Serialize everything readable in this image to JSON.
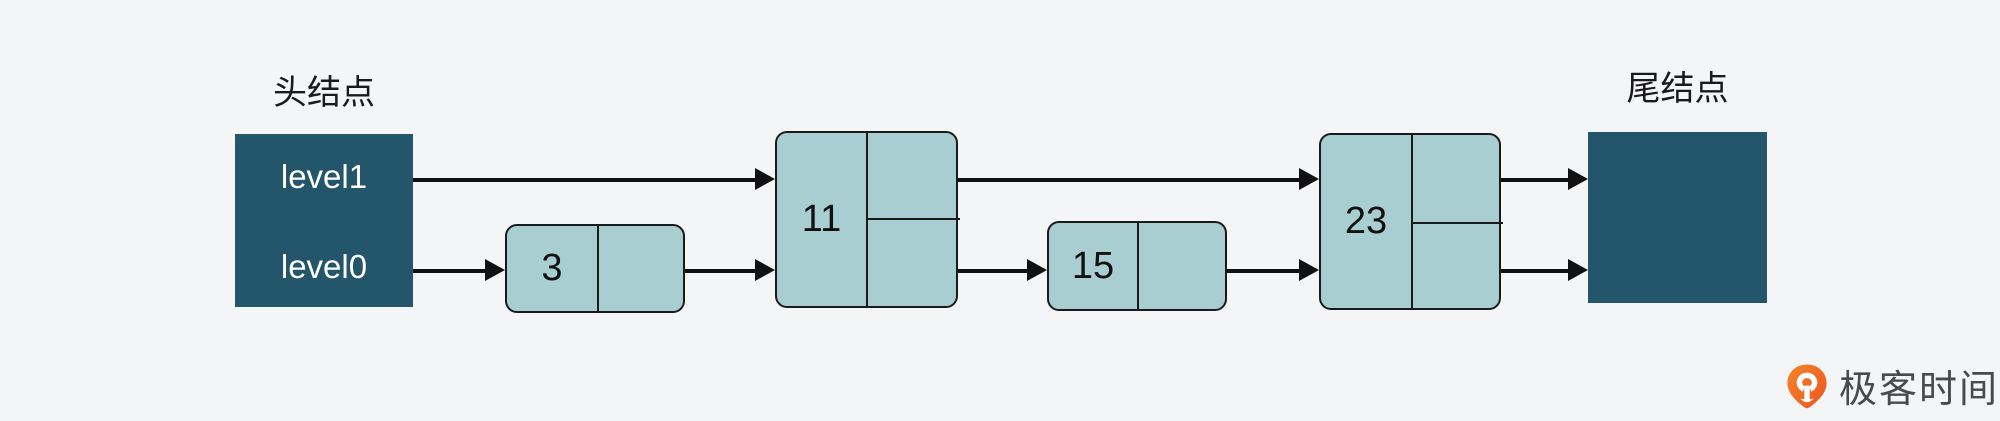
{
  "diagram": {
    "title_head": "头结点",
    "title_tail": "尾结点",
    "background_color": "#f4f5f7",
    "sentinel_color": "#23566b",
    "node_fill_color": "#a9ced2",
    "stroke_color": "#111111"
  },
  "head_node": {
    "name": "head-sentinel",
    "levels": [
      {
        "label": "level1"
      },
      {
        "label": "level0"
      }
    ]
  },
  "tail_node": {
    "name": "tail-sentinel",
    "label": ""
  },
  "nodes": [
    {
      "key": "3",
      "levels": 1
    },
    {
      "key": "11",
      "levels": 2
    },
    {
      "key": "15",
      "levels": 1
    },
    {
      "key": "23",
      "levels": 2
    }
  ],
  "links": {
    "level1_sequence": [
      "头结点",
      "11",
      "23",
      "尾结点"
    ],
    "level0_sequence": [
      "头结点",
      "3",
      "11",
      "15",
      "23",
      "尾结点"
    ]
  },
  "logo": {
    "text": "极客时间",
    "mark": "geektime-pin-icon",
    "mark_color": "#f0612a",
    "text_color": "#4a4a4a"
  }
}
